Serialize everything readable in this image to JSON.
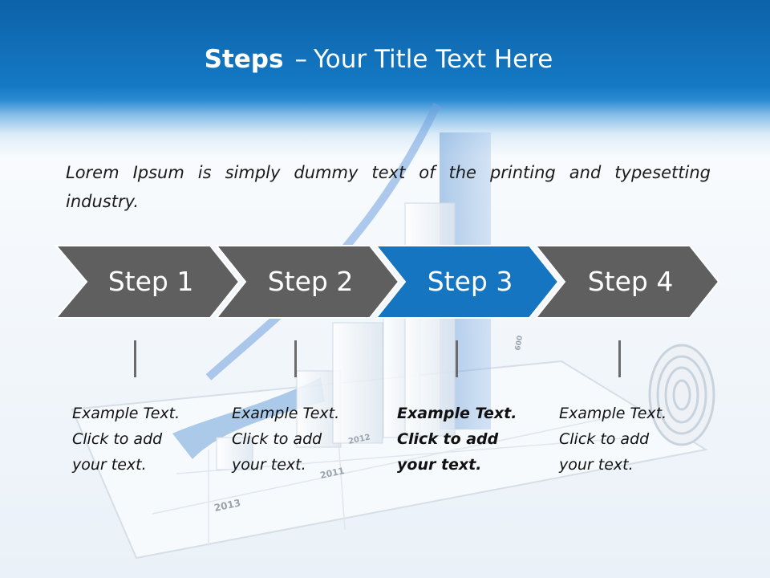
{
  "header": {
    "title_bold": "Steps",
    "title_separator": "–",
    "title_rest": "Your Title Text Here",
    "background_color": "#1479c4"
  },
  "intro": {
    "text": "Lorem Ipsum is simply dummy text of the printing and typesetting industry."
  },
  "steps": [
    {
      "label": "Step 1",
      "lines": [
        "Example Text.",
        "Click  to add",
        "your text."
      ],
      "active": false
    },
    {
      "label": "Step 2",
      "lines": [
        "Example Text.",
        "Click  to add",
        "your text."
      ],
      "active": false
    },
    {
      "label": "Step 3",
      "lines": [
        "Example Text.",
        "Click  to add",
        "your text."
      ],
      "active": true
    },
    {
      "label": "Step 4",
      "lines": [
        "Example Text.",
        "Click  to add",
        "your text."
      ],
      "active": false
    }
  ],
  "colors": {
    "step_default": "#5f5f5f",
    "step_active": "#1675c0"
  },
  "background_image": {
    "labels": [
      "2013",
      "2012",
      "2011",
      "600"
    ]
  }
}
